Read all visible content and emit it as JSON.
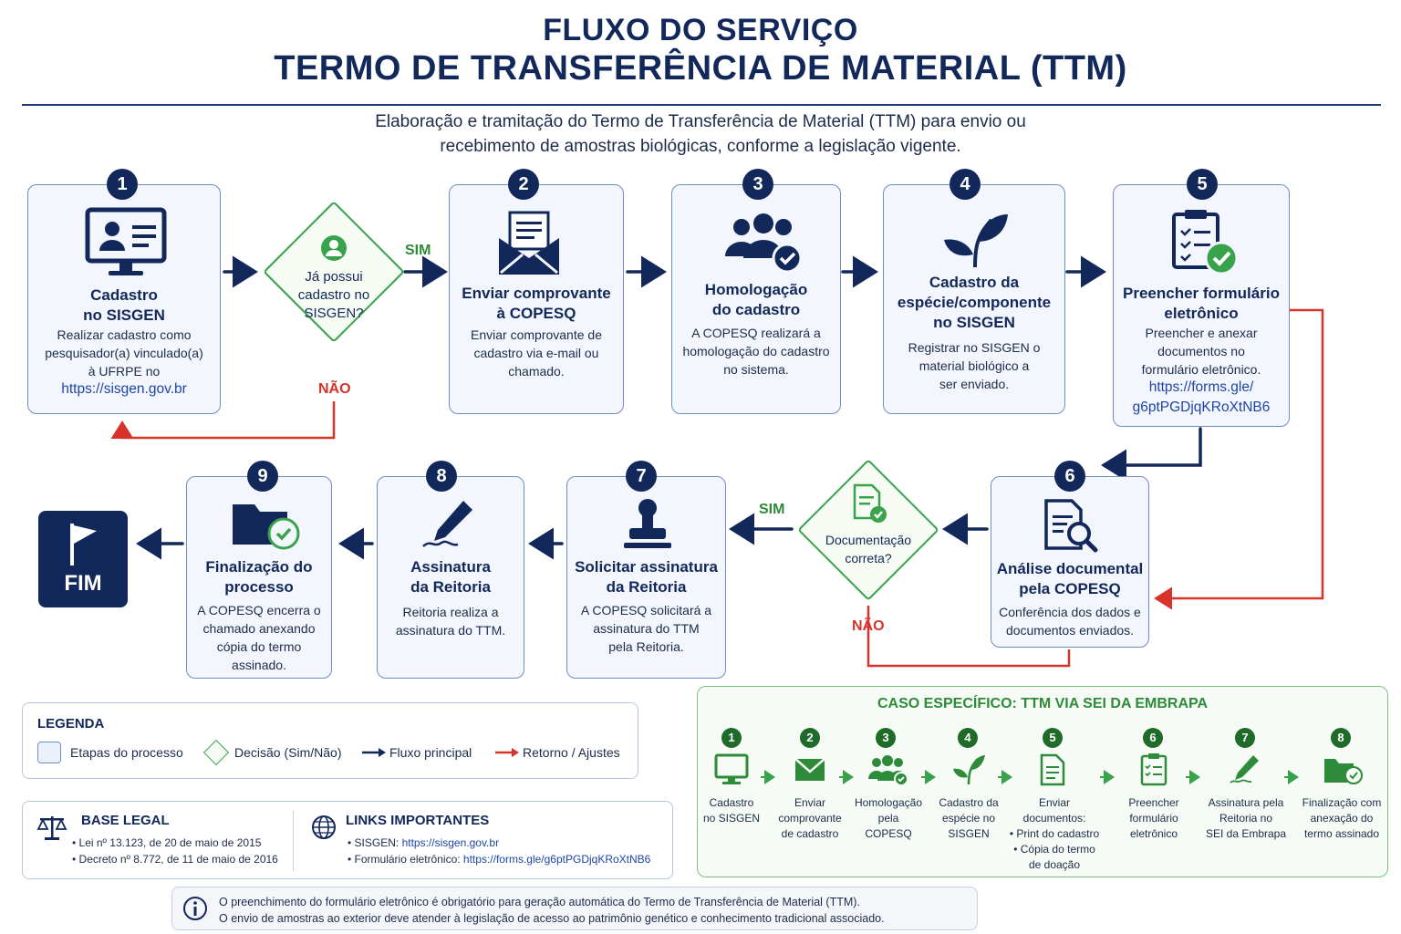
{
  "header": {
    "title_line1": "FLUXO DO SERVIÇO",
    "title_line2": "TERMO DE TRANSFERÊNCIA DE MATERIAL (TTM)",
    "subtitle_line1": "Elaboração e tramitação do Termo de Transferência de Material (TTM) para envio ou",
    "subtitle_line2": "recebimento de amostras biológicas, conforme a legislação vigente."
  },
  "steps": {
    "s1": {
      "num": "1",
      "title1": "Cadastro",
      "title2": "no SISGEN",
      "t1": "Realizar cadastro como",
      "t2": "pesquisador(a) vinculado(a)",
      "t3": "à UFRPE no",
      "link": "https://sisgen.gov.br"
    },
    "s2": {
      "num": "2",
      "title1": "Enviar comprovante",
      "title2": "à COPESQ",
      "t1": "Enviar comprovante de",
      "t2": "cadastro via e-mail ou",
      "t3": "chamado."
    },
    "s3": {
      "num": "3",
      "title1": "Homologação",
      "title2": "do cadastro",
      "t1": "A COPESQ realizará a",
      "t2": "homologação do cadastro",
      "t3": "no sistema."
    },
    "s4": {
      "num": "4",
      "title1": "Cadastro da",
      "title2": "espécie/componente",
      "title3": "no SISGEN",
      "t1": "Registrar no SISGEN o",
      "t2": "material biológico a",
      "t3": "ser enviado."
    },
    "s5": {
      "num": "5",
      "title1": "Preencher formulário",
      "title2": "eletrônico",
      "t1": "Preencher e anexar",
      "t2": "documentos no",
      "t3": "formulário eletrônico.",
      "link1": "https://forms.gle/",
      "link2": "g6ptPGDjqKRoXtNB6"
    },
    "s6": {
      "num": "6",
      "title1": "Análise documental",
      "title2": "pela COPESQ",
      "t1": "Conferência dos dados e",
      "t2": "documentos enviados."
    },
    "s7": {
      "num": "7",
      "title1": "Solicitar assinatura",
      "title2": "da Reitoria",
      "t1": "A COPESQ solicitará a",
      "t2": "assinatura do TTM",
      "t3": "pela Reitoria."
    },
    "s8": {
      "num": "8",
      "title1": "Assinatura",
      "title2": "da Reitoria",
      "t1": "Reitoria realiza a",
      "t2": "assinatura do TTM."
    },
    "s9": {
      "num": "9",
      "title1": "Finalização do",
      "title2": "processo",
      "t1": "A COPESQ encerra o",
      "t2": "chamado anexando",
      "t3": "cópia do termo",
      "t4": "assinado."
    }
  },
  "decisions": {
    "d1": {
      "l1": "Já possui",
      "l2": "cadastro no",
      "l3": "SISGEN?",
      "yes": "SIM",
      "no": "NÃO"
    },
    "d2": {
      "l1": "Documentação",
      "l2": "correta?",
      "yes": "SIM",
      "no": "NÃO"
    }
  },
  "fim": "FIM",
  "legend": {
    "title": "LEGENDA",
    "steps": "Etapas do processo",
    "decision": "Decisão (Sim/Não)",
    "main_flow": "Fluxo principal",
    "return": "Retorno / Ajustes"
  },
  "base_legal": {
    "title": "BASE LEGAL",
    "item1": "• Lei nº 13.123, de 20 de maio de 2015",
    "item2": "• Decreto nº 8.772, de 11 de maio de 2016"
  },
  "links": {
    "title": "LINKS IMPORTANTES",
    "item1_label": "• SISGEN: ",
    "item1_link": "https://sisgen.gov.br",
    "item2_label": "• Formulário eletrônico: ",
    "item2_link": "https://forms.gle/g6ptPGDjqKRoXtNB6"
  },
  "embrapa": {
    "title": "CASO ESPECÍFICO: TTM VIA SEI DA EMBRAPA",
    "steps": [
      {
        "num": "1",
        "l1": "Cadastro",
        "l2": "no SISGEN"
      },
      {
        "num": "2",
        "l1": "Enviar",
        "l2": "comprovante",
        "l3": "de cadastro"
      },
      {
        "num": "3",
        "l1": "Homologação",
        "l2": "pela",
        "l3": "COPESQ"
      },
      {
        "num": "4",
        "l1": "Cadastro da",
        "l2": "espécie no",
        "l3": "SISGEN"
      },
      {
        "num": "5",
        "l1": "Enviar",
        "l2": "documentos:",
        "l3": "• Print do cadastro",
        "l4": "• Cópia do termo",
        "l5": "de doação"
      },
      {
        "num": "6",
        "l1": "Preencher",
        "l2": "formulário",
        "l3": "eletrônico"
      },
      {
        "num": "7",
        "l1": "Assinatura pela",
        "l2": "Reitoria no",
        "l3": "SEI da Embrapa"
      },
      {
        "num": "8",
        "l1": "Finalização com",
        "l2": "anexação do",
        "l3": "termo assinado"
      }
    ]
  },
  "info": {
    "line1": "O preenchimento do formulário eletrônico é obrigatório para geração automática do Termo de Transferência de Material (TTM).",
    "line2": "O envio de amostras ao exterior deve atender à legislação de acesso ao patrimônio genético e conhecimento tradicional associado."
  },
  "colors": {
    "navy": "#13285a",
    "green": "#38a34a",
    "red": "#d8332a",
    "box_border": "#6f8fc4"
  }
}
